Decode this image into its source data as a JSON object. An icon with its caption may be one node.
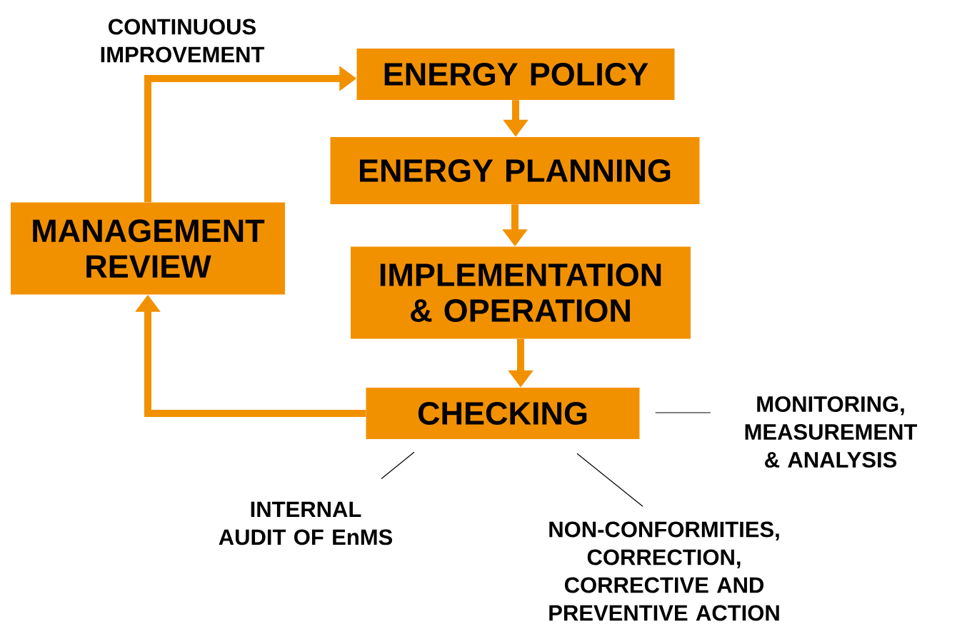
{
  "diagram": {
    "nodes": [
      {
        "text": [
          "ENERGY POLICY"
        ]
      },
      {
        "text": [
          "ENERGY PLANNING"
        ]
      },
      {
        "text": [
          "IMPLEMENTATION & OPERATION"
        ]
      },
      {
        "text": [
          "CHECKING"
        ]
      },
      {
        "text": [
          "MANAGEMENT REVIEW"
        ]
      },
      {
        "text": [
          "MONITORING, MEASUREMENT & ANALYSIS"
        ]
      },
      {
        "text": [
          "INTERNAL AUDIT OF EnMS"
        ]
      },
      {
        "text": [
          "NON-CONFORMITIES, CORRECTION, CORRECTIVE AND PREVENTIVE ACTION"
        ]
      }
    ],
    "edges": [
      {
        "from": 0,
        "to": 1,
        "arrow": "to"
      },
      {
        "from": 1,
        "to": 2,
        "arrow": "to"
      },
      {
        "from": 2,
        "to": 3,
        "arrow": "to"
      },
      {
        "from": 3,
        "to": 4,
        "arrow": "to"
      },
      {
        "from": 4,
        "to": 0,
        "arrow": "to",
        "label": "CONTINUOUS IMPROVEMENT"
      },
      {
        "from": 5,
        "to": 3,
        "arrow": "none",
        "color": "#000000"
      },
      {
        "from": 6,
        "to": 3,
        "arrow": "none",
        "color": "#000000"
      },
      {
        "from": 7,
        "to": 3,
        "arrow": "none",
        "color": "#000000"
      }
    ]
  }
}
